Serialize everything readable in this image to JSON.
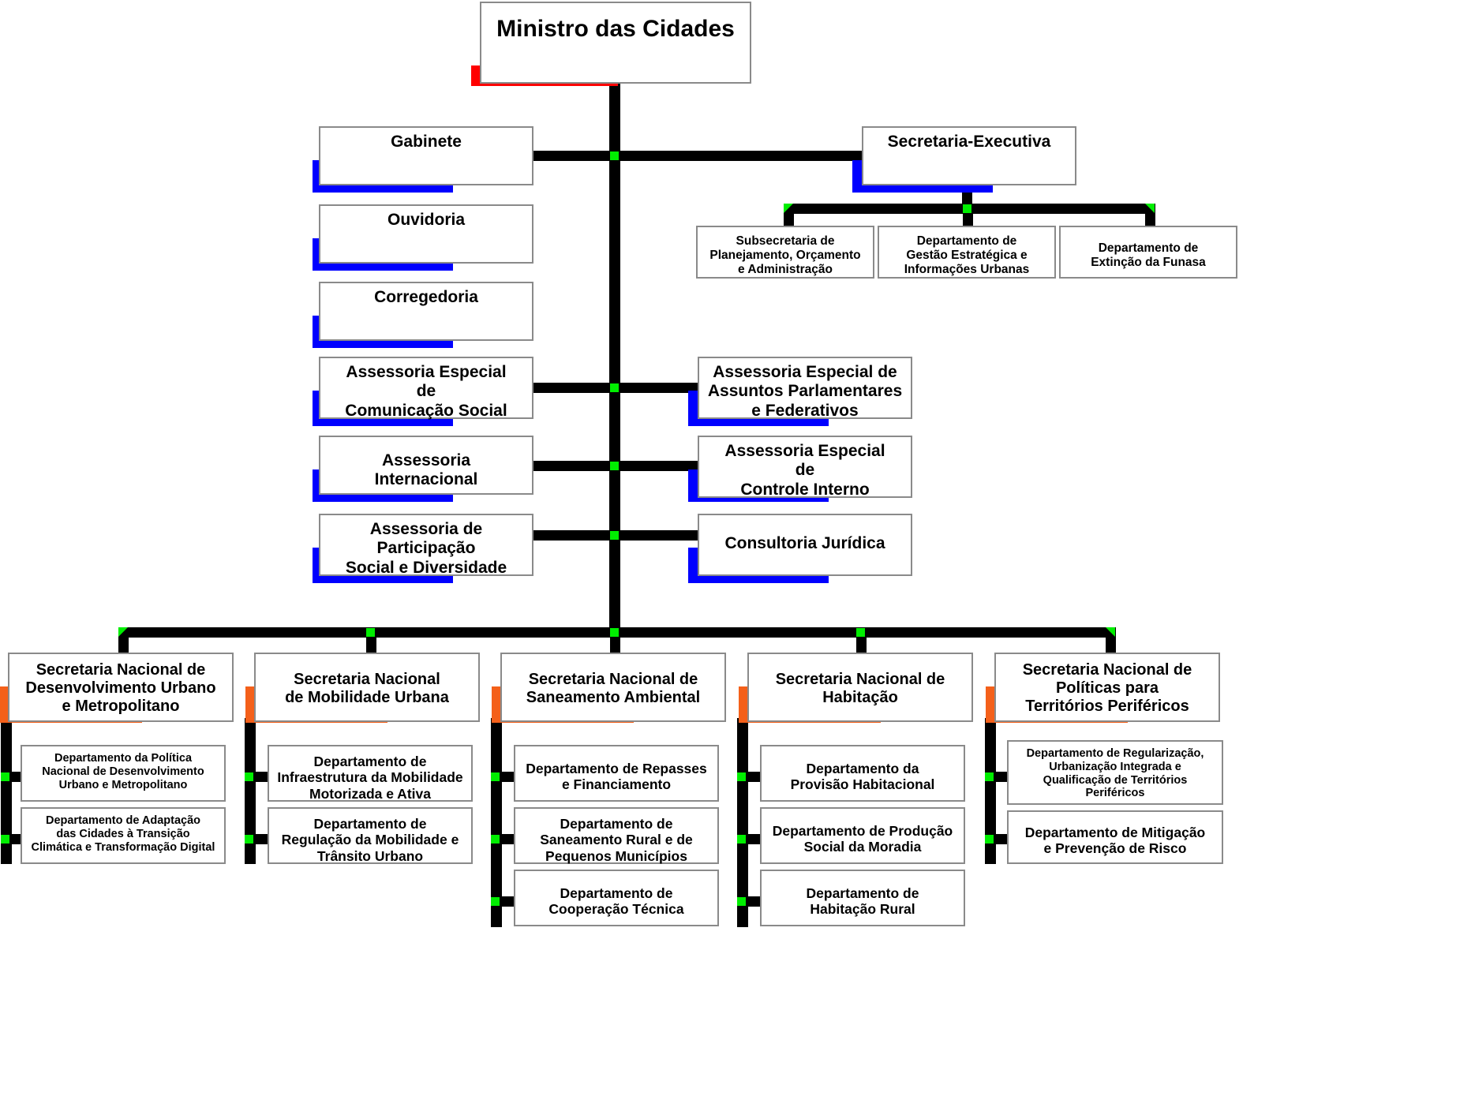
{
  "colors": {
    "minister_accent": "#ff0000",
    "staff_accent": "#0000ff",
    "secretariat_accent": "#f4601a",
    "junction_marker": "#00ee00",
    "line": "#000000",
    "box_border": "#8a8a8a",
    "background": "#ffffff"
  },
  "chart_title": "Ministro das Cidades",
  "minister": {
    "label": "Ministro das Cidades"
  },
  "staff_left": [
    {
      "label": "Gabinete"
    },
    {
      "label": "Ouvidoria"
    },
    {
      "label": "Corregedoria"
    },
    {
      "label": "Assessoria Especial\nde\nComunicação Social"
    },
    {
      "label": "Assessoria\nInternacional"
    },
    {
      "label": "Assessoria de\nParticipação\nSocial e Diversidade"
    }
  ],
  "staff_right": [
    {
      "label": "Secretaria-Executiva"
    },
    {
      "label": "Assessoria Especial de\nAssuntos Parlamentares\ne Federativos"
    },
    {
      "label": "Assessoria Especial\nde\nControle Interno"
    },
    {
      "label": "Consultoria Jurídica"
    }
  ],
  "executive_departments": [
    {
      "label": "Subsecretaria de\nPlanejamento, Orçamento\ne Administração"
    },
    {
      "label": "Departamento de\nGestão Estratégica e\nInformações Urbanas"
    },
    {
      "label": "Departamento de\nExtinção da Funasa"
    }
  ],
  "secretariats": [
    {
      "label": "Secretaria Nacional de\nDesenvolvimento Urbano\ne Metropolitano",
      "departments": [
        {
          "label": "Departamento da Política\nNacional de Desenvolvimento\nUrbano e Metropolitano"
        },
        {
          "label": "Departamento de Adaptação\ndas Cidades à Transição\nClimática e Transformação Digital"
        }
      ]
    },
    {
      "label": "Secretaria Nacional\nde Mobilidade Urbana",
      "departments": [
        {
          "label": "Departamento de\nInfraestrutura da Mobilidade\nMotorizada e Ativa"
        },
        {
          "label": "Departamento de\nRegulação da Mobilidade e\nTrânsito Urbano"
        }
      ]
    },
    {
      "label": "Secretaria Nacional de\nSaneamento Ambiental",
      "departments": [
        {
          "label": "Departamento de Repasses\ne Financiamento"
        },
        {
          "label": "Departamento de\nSaneamento Rural e de\nPequenos Municípios"
        },
        {
          "label": "Departamento de\nCooperação Técnica"
        }
      ]
    },
    {
      "label": "Secretaria Nacional de\nHabitação",
      "departments": [
        {
          "label": "Departamento da\nProvisão Habitacional"
        },
        {
          "label": "Departamento de Produção\nSocial da Moradia"
        },
        {
          "label": "Departamento de\nHabitação Rural"
        }
      ]
    },
    {
      "label": "Secretaria Nacional de\nPolíticas para\nTerritórios Periféricos",
      "departments": [
        {
          "label": "Departamento de Regularização,\nUrbanização Integrada e\nQualificação de Territórios\nPeriféricos"
        },
        {
          "label": "Departamento de Mitigação\ne Prevenção de Risco"
        }
      ]
    }
  ]
}
